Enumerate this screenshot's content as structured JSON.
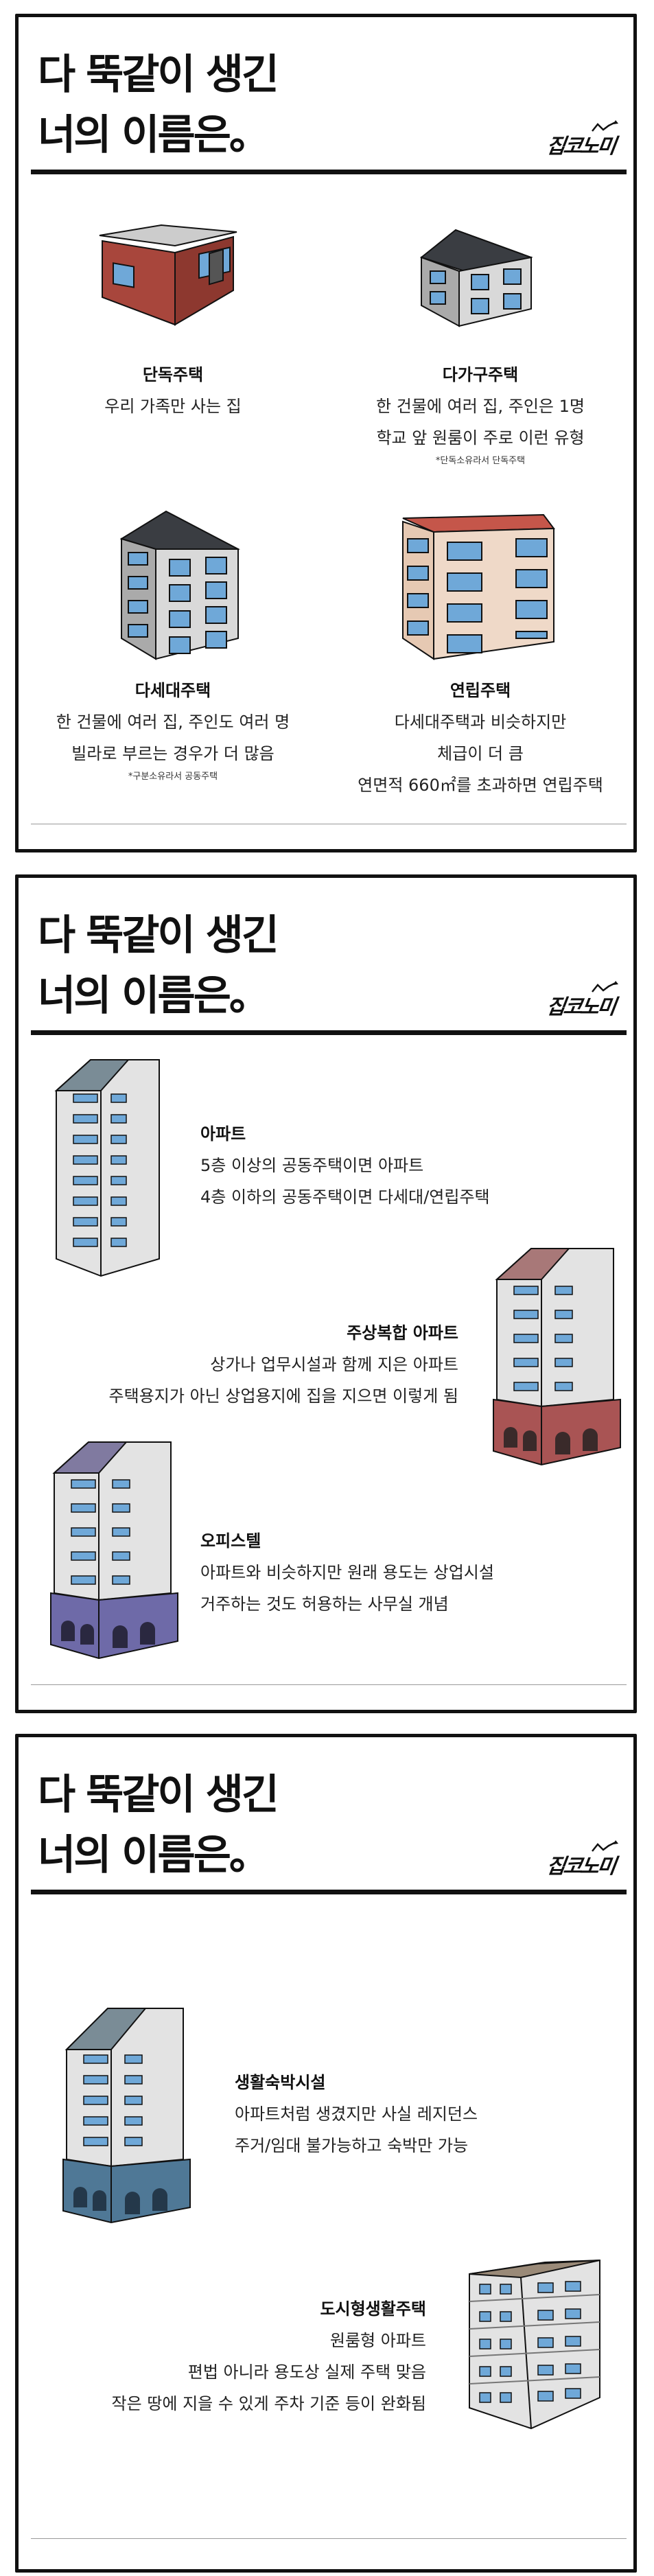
{
  "header": {
    "title_line1": "다 뚝같이 생긴",
    "title_line2": "너의 이름은。",
    "logo": "집코노미"
  },
  "panel1": {
    "items": [
      {
        "label": "단독주택",
        "lines": [
          "우리 가족만 사는 집"
        ]
      },
      {
        "label": "다가구주택",
        "lines": [
          "한 건물에 여러 집, 주인은 1명",
          "학교 앞 원룸이 주로 이런 유형"
        ],
        "note": "*단독소유라서 단독주택"
      },
      {
        "label": "다세대주택",
        "lines": [
          "한 건물에 여러 집, 주인도 여러 명",
          "빌라로 부르는 경우가 더 많음"
        ],
        "note": "*구분소유라서 공동주택"
      },
      {
        "label": "연립주택",
        "lines": [
          "다세대주택과 비슷하지만",
          "체급이 더 큼",
          "연면적 660㎡를 초과하면 연립주택"
        ]
      }
    ]
  },
  "panel2": {
    "items": [
      {
        "label": "아파트",
        "lines": [
          "5층 이상의 공동주택이면 아파트",
          "4층 이하의 공동주택이면 다세대/연립주택"
        ]
      },
      {
        "label": "주상복합 아파트",
        "lines": [
          "상가나 업무시설과 함께 지은 아파트",
          "주택용지가 아닌 상업용지에 집을 지으면 이렇게 됨"
        ]
      },
      {
        "label": "오피스텔",
        "lines": [
          "아파트와 비슷하지만 원래 용도는 상업시설",
          "거주하는 것도 허용하는 사무실 개념"
        ]
      }
    ]
  },
  "panel3": {
    "items": [
      {
        "label": "생활숙박시설",
        "lines": [
          "아파트처럼 생겼지만 사실 레지던스",
          "주거/임대 불가능하고 숙박만 가능"
        ]
      },
      {
        "label": "도시형생활주택",
        "lines": [
          "원룸형 아파트",
          "편법 아니라 용도상 실제 주택 맞음",
          "작은 땅에 지을 수 있게 주차 기준 등이 완화됨"
        ]
      }
    ]
  },
  "colors": {
    "brick": "#a8463c",
    "roof": "#3a3d42",
    "wall": "#d9d9d9",
    "window": "#6fa8d8",
    "commercial_red": "#a95454",
    "commercial_purple": "#6e6aa8",
    "commercial_blue": "#4f7896",
    "tile": "#c5564a"
  }
}
